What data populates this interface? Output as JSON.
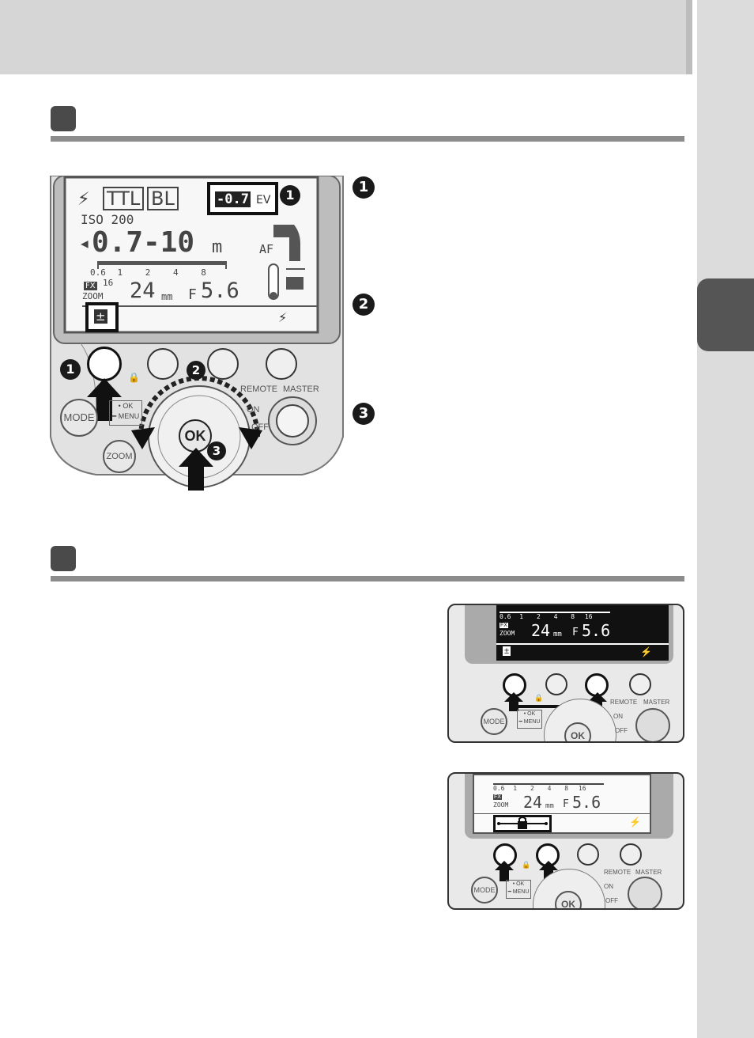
{
  "badges": {
    "one": "1",
    "two": "2",
    "three": "3"
  },
  "display": {
    "flash_symbol": "⚡",
    "mode_ttl": "TTL",
    "mode_bl": "BL",
    "ev_value": "-0.7",
    "ev_unit": "EV",
    "iso": "ISO 200",
    "range_arrow": "◀",
    "range": "0.7-10",
    "range_unit": "m",
    "scale_ticks": [
      "0.6",
      "1",
      "2",
      "4",
      "8",
      "16"
    ],
    "af_label": "AF",
    "fx_label": "FX",
    "zoom_label": "ZOOM",
    "focal_length": "24",
    "focal_unit": "mm",
    "f_label": "F",
    "aperture": "5.6",
    "comp_icon": "±",
    "bolt_icon": "⚡"
  },
  "controls": {
    "mode": "MODE",
    "ok_dot": "• OK",
    "menu": "━ MENU",
    "ok": "OK",
    "zoom": "ZOOM",
    "remote": "REMOTE",
    "master": "MASTER",
    "on": "ON",
    "off": "OFF",
    "lock_icon": "🔒"
  },
  "icons": [
    "lock-icon",
    "flash-bolt-icon",
    "ev-compensation-icon",
    "arrow-up-icon",
    "arrow-down-icon",
    "camera-icon"
  ]
}
